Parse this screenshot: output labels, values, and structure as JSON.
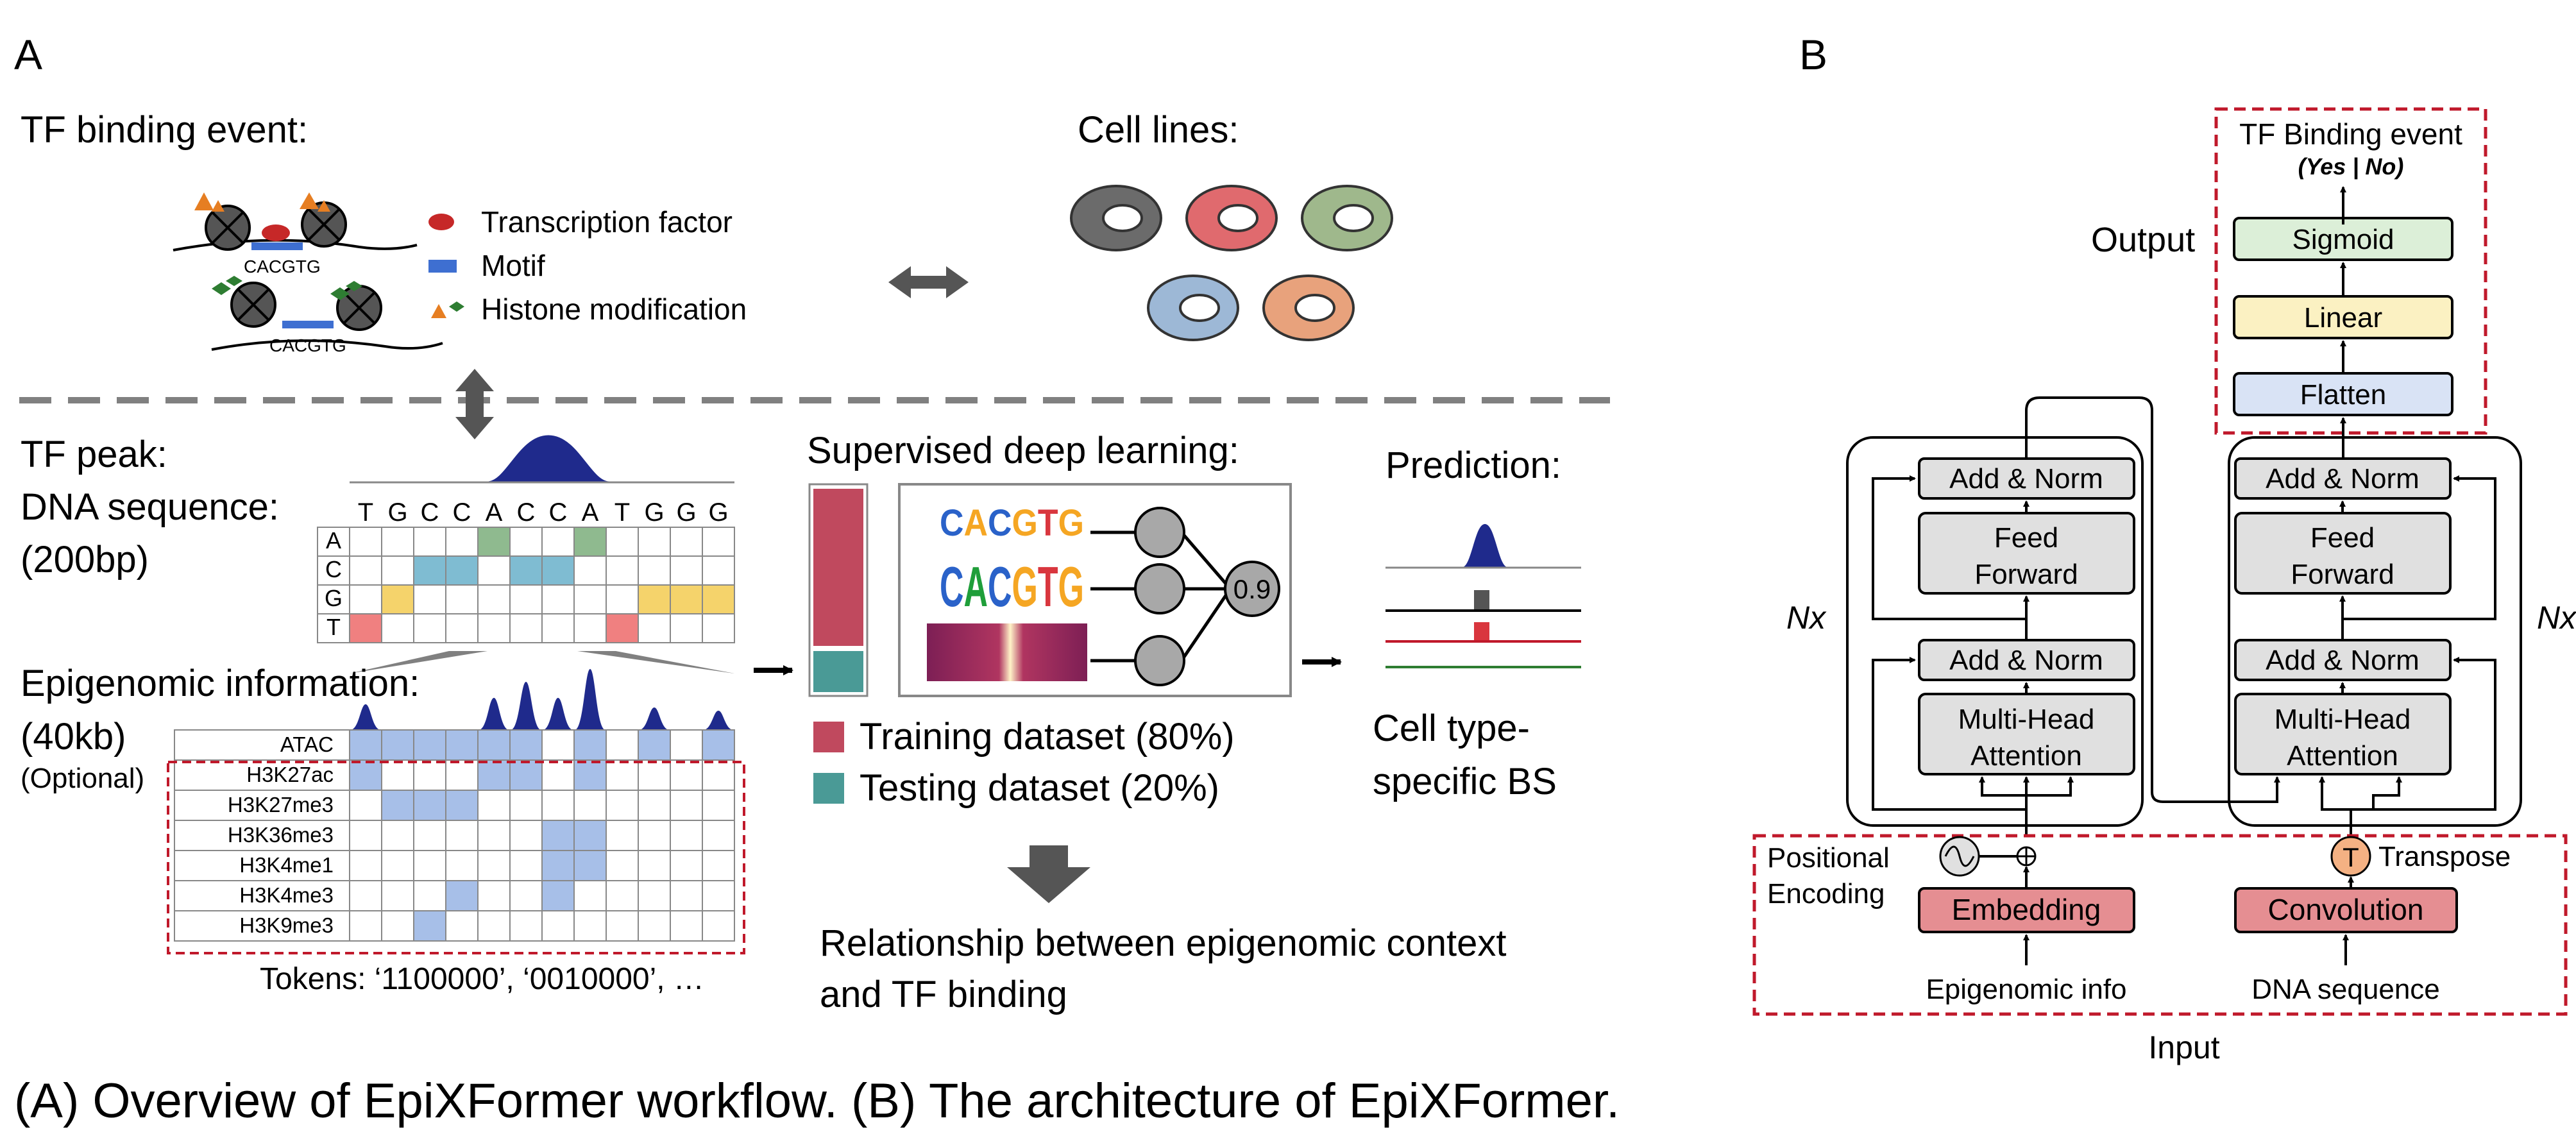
{
  "panelA": {
    "letter": "A",
    "tf_event_title": "TF binding event:",
    "seq_label": "CACGTG",
    "legend": [
      "Transcription factor",
      "Motif",
      "Histone modification"
    ],
    "cell_lines_title": "Cell lines:",
    "cell_colors": [
      "#6b6b6b",
      "#e06a6e",
      "#9fb88c",
      "#9db8d6",
      "#e8a27c"
    ],
    "tf_peak_title": "TF peak:",
    "dna_title": "DNA sequence:",
    "dna_length": "(200bp)",
    "sequence": [
      "T",
      "G",
      "C",
      "C",
      "A",
      "C",
      "C",
      "A",
      "T",
      "G",
      "G",
      "G"
    ],
    "bases": [
      "A",
      "C",
      "G",
      "T"
    ],
    "epi_title": "Epigenomic information:",
    "epi_length": "(40kb)",
    "optional_label": "(Optional)",
    "marks": [
      "ATAC",
      "H3K27ac",
      "H3K27me3",
      "H3K36me3",
      "H3K4me1",
      "H3K4me3",
      "H3K9me3"
    ],
    "tokens_text": "Tokens: ‘1100000’, ‘0010000’, …",
    "sdl_title": "Supervised deep learning:",
    "motif_logo_small": "CACGTG",
    "motif_logo_large": "CACGTG",
    "score": "0.9",
    "training_label": "Training dataset (80%)",
    "testing_label": "Testing dataset (20%)",
    "training_color": "#c0495e",
    "testing_color": "#4a9a96",
    "prediction_title": "Prediction:",
    "prediction_sub1": "Cell type-",
    "prediction_sub2": "specific BS",
    "relationship_line1": "Relationship between epigenomic context",
    "relationship_line2": "and TF binding"
  },
  "panelB": {
    "letter": "B",
    "output_title": "TF Binding event",
    "output_sub": "(Yes | No)",
    "output_label": "Output",
    "sigmoid": "Sigmoid",
    "linear": "Linear",
    "flatten": "Flatten",
    "add_norm": "Add & Norm",
    "feed_forward_1": "Feed",
    "feed_forward_2": "Forward",
    "mha_1": "Multi-Head",
    "mha_2": "Attention",
    "nx": "Nx",
    "positional_1": "Positional",
    "positional_2": "Encoding",
    "embedding": "Embedding",
    "convolution": "Convolution",
    "transpose_symbol": "T",
    "transpose": "Transpose",
    "epi_input": "Epigenomic info",
    "dna_input": "DNA sequence",
    "input_label": "Input",
    "colors": {
      "sigmoid": "#dcefd8",
      "linear": "#fbf1c2",
      "flatten": "#d9e3f5",
      "block": "#e0e0e0",
      "input_block": "#e58e92",
      "dashed": "#c0192b",
      "transpose": "#f4b183"
    }
  },
  "caption": "(A) Overview of EpiXFormer workflow. (B) The architecture of EpiXFormer."
}
